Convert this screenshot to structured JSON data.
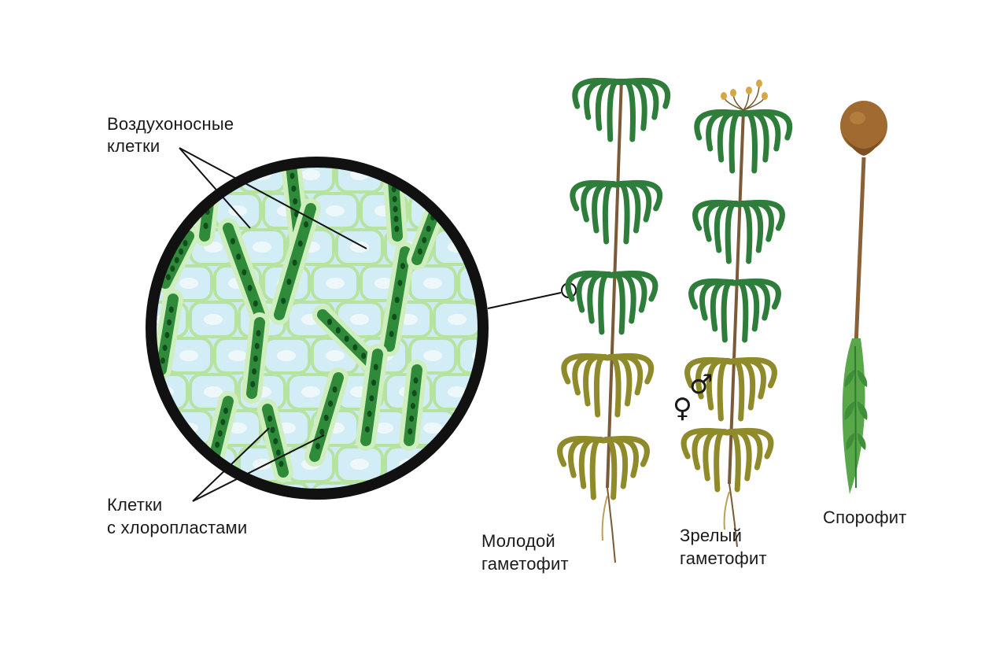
{
  "labels": {
    "air_cells_1": "Воздухоносные",
    "air_cells_2": "клетки",
    "chloro_cells_1": "Клетки",
    "chloro_cells_2": "с хлоропластами",
    "young_1": "Молодой",
    "young_2": "гаметофит",
    "mature_1": "Зрелый",
    "mature_2": "гаметофит",
    "sporophyte": "Спорофит"
  },
  "symbols": {
    "male": "♂",
    "female": "♀"
  },
  "colors": {
    "leaf_dark": "#2e7d3a",
    "leaf_yellow": "#8f8a2a",
    "stem": "#7a5a38",
    "air_cell": "#d4eef6",
    "chloroplast_cell": "#2f8a3a",
    "cell_wall": "#bde7a8",
    "capsule": "#9b6b34",
    "ring": "#111111"
  }
}
